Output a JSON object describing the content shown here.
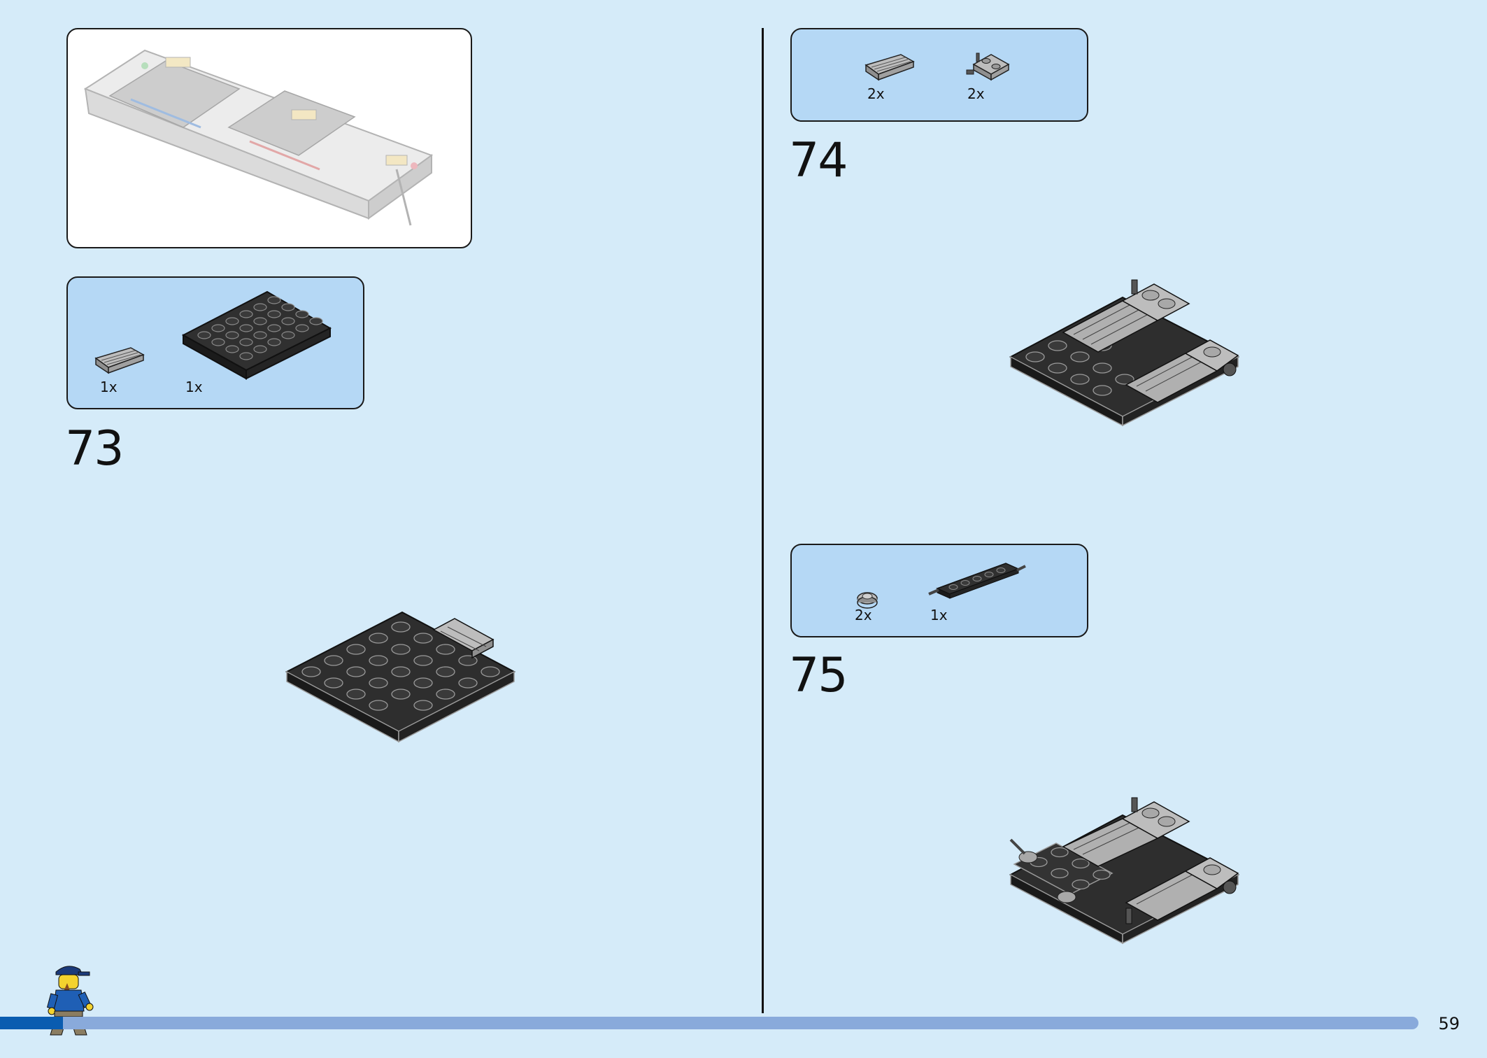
{
  "left_page": {
    "step_73": {
      "number": "73",
      "parts": [
        {
          "icon": "grille-tile-1x2-gray",
          "qty": "1x"
        },
        {
          "icon": "plate-4x6-black",
          "qty": "1x"
        }
      ]
    }
  },
  "right_page": {
    "step_74": {
      "number": "74",
      "parts": [
        {
          "icon": "grille-tile-1x2-gray",
          "qty": "2x"
        },
        {
          "icon": "plate-2x2-with-pin-gray",
          "qty": "2x"
        }
      ]
    },
    "step_75": {
      "number": "75",
      "parts": [
        {
          "icon": "round-tile-1x1-gray",
          "qty": "2x"
        },
        {
          "icon": "plate-1x6-with-bar-black",
          "qty": "1x"
        }
      ]
    }
  },
  "footer": {
    "page_number": "59",
    "bar_color": "#89aadb",
    "bar_accent_color": "#0a5cb0"
  },
  "colors": {
    "page_background": "#d5ebf9",
    "parts_box": "#b5d8f5",
    "brick_black": "#262626",
    "brick_gray": "#a8a8a8"
  }
}
